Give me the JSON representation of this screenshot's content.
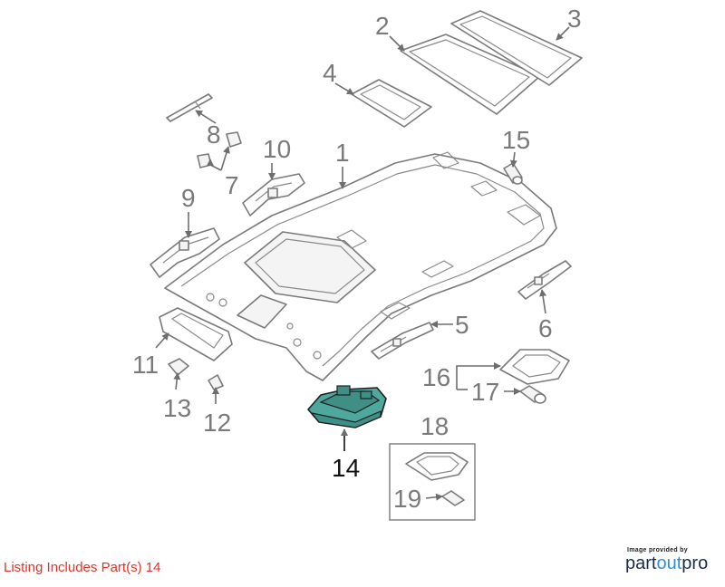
{
  "diagram": {
    "callouts": [
      "1",
      "2",
      "3",
      "4",
      "5",
      "6",
      "7",
      "8",
      "9",
      "10",
      "11",
      "12",
      "13",
      "14",
      "15",
      "16",
      "17",
      "18",
      "19"
    ],
    "highlighted_part": "14",
    "highlight_color": "#4fa89e"
  },
  "footer": {
    "listing_note": "Listing Includes Part(s) 14",
    "provider_caption": "Image provided by",
    "provider_logo": {
      "part1": "part",
      "part2": "out",
      "part3": "pro"
    }
  }
}
